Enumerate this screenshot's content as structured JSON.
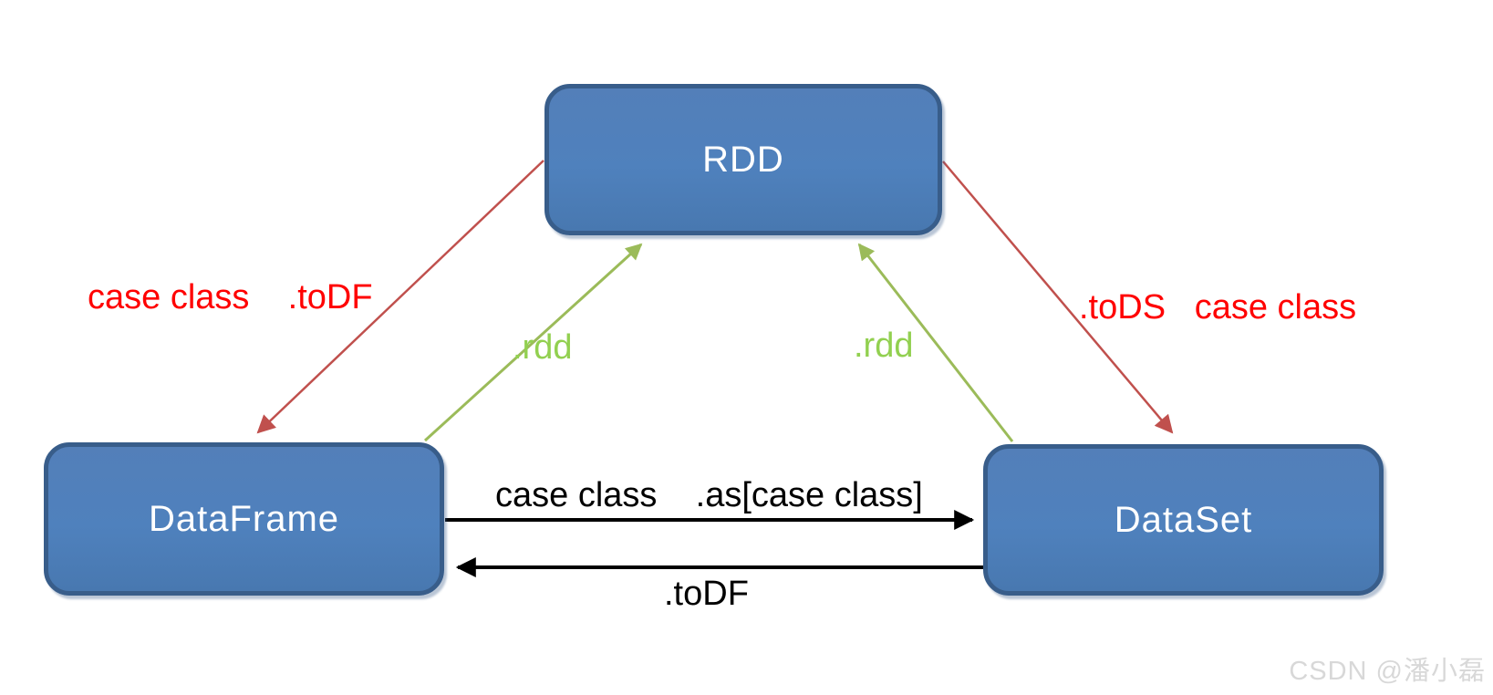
{
  "diagram": {
    "nodes": [
      {
        "id": "rdd",
        "label": "RDD"
      },
      {
        "id": "dataframe",
        "label": "DataFrame"
      },
      {
        "id": "dataset",
        "label": "DataSet"
      }
    ],
    "edges": [
      {
        "id": "rdd-to-dataframe",
        "from": "RDD",
        "to": "DataFrame",
        "method": "case class    .toDF",
        "label_color": "#FF0000",
        "line_color": "#C0504D"
      },
      {
        "id": "rdd-to-dataset",
        "from": "RDD",
        "to": "DataSet",
        "method": ".toDS   case class",
        "label_color": "#FF0000",
        "line_color": "#C0504D"
      },
      {
        "id": "dataframe-to-rdd",
        "from": "DataFrame",
        "to": "RDD",
        "method": ".rdd",
        "label_color": "#92D050",
        "line_color": "#9BBB59"
      },
      {
        "id": "dataset-to-rdd",
        "from": "DataSet",
        "to": "RDD",
        "method": ".rdd",
        "label_color": "#92D050",
        "line_color": "#9BBB59"
      },
      {
        "id": "dataframe-to-dataset",
        "from": "DataFrame",
        "to": "DataSet",
        "method": "case class    .as[case class]",
        "label_color": "#000000",
        "line_color": "#000000"
      },
      {
        "id": "dataset-to-dataframe",
        "from": "DataSet",
        "to": "DataFrame",
        "method": ".toDF",
        "label_color": "#000000",
        "line_color": "#000000"
      }
    ],
    "colors": {
      "node_fill": "#4F81BD",
      "node_border": "#385D8A",
      "node_text": "#FFFFFF"
    }
  },
  "watermark": "CSDN @潘小磊"
}
